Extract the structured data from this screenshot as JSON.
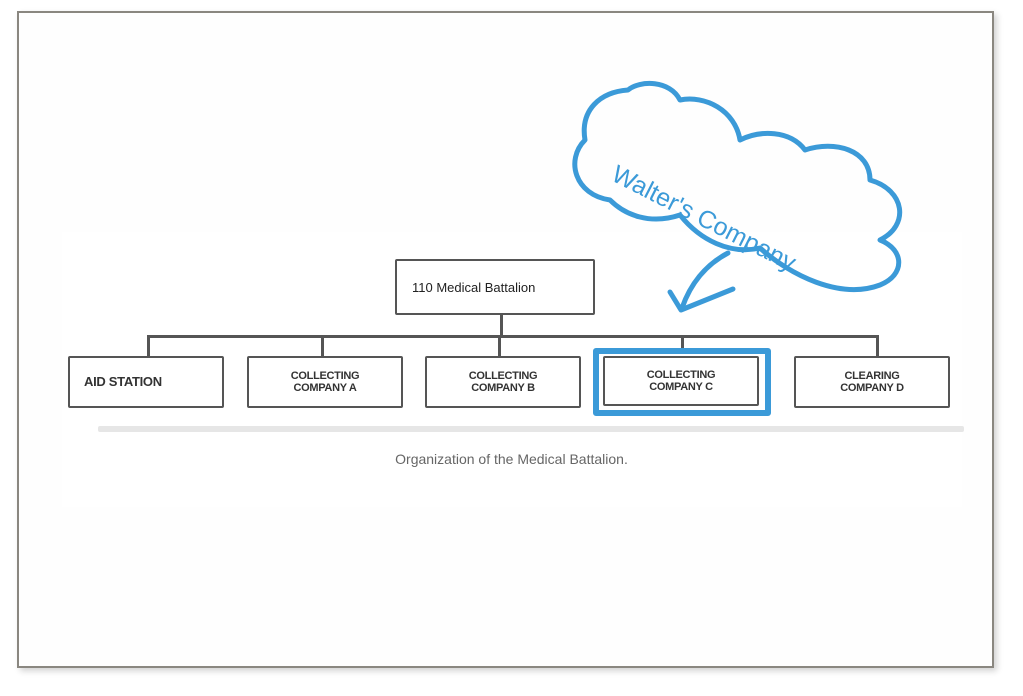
{
  "diagram": {
    "root": "110 Medical Battalion",
    "children": [
      {
        "line1": "AID STATION",
        "line2": ""
      },
      {
        "line1": "COLLECTING",
        "line2": "COMPANY A"
      },
      {
        "line1": "COLLECTING",
        "line2": "COMPANY B"
      },
      {
        "line1": "COLLECTING",
        "line2": "COMPANY C"
      },
      {
        "line1": "CLEARING",
        "line2": "COMPANY D"
      }
    ],
    "caption": "Organization of the Medical Battalion.",
    "highlighted_child": "COLLECTING COMPANY C"
  },
  "annotation": {
    "text": "Walter's Company",
    "color": "#3b9ad8"
  }
}
